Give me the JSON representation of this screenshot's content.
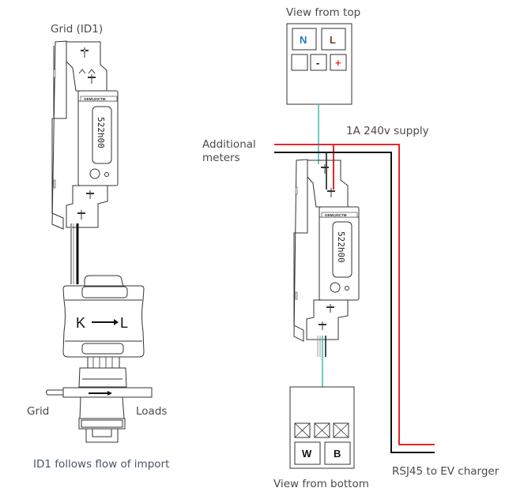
{
  "labels": {
    "grid_id1": "Grid (ID1)",
    "view_from_top": "View from top",
    "supply": "1A 240v supply",
    "additional_meters_line1": "Additional",
    "additional_meters_line2": "meters",
    "grid": "Grid",
    "loads": "Loads",
    "id1_flow": "ID1 follows flow of import",
    "view_from_bottom": "View from bottom",
    "rsj45": "RSJ45 to EV charger"
  },
  "meter": {
    "model": "GEM120CTM",
    "display": "522h00"
  },
  "ct_clamp": {
    "from": "K",
    "to": "L",
    "arrow": "→"
  },
  "top_terminals": {
    "neutral": "N",
    "live": "L",
    "blank": "",
    "minus": "-",
    "plus": "+"
  },
  "bottom_terminals": {
    "white": "W",
    "black": "B"
  },
  "colors": {
    "neutral": "#2e74c0",
    "live": "#7a3b2a",
    "plus": "#e03a2a",
    "red_wire": "#e8262b",
    "black_wire": "#111111",
    "teal_wire": "#3bbfa8",
    "gray_wire": "#999999"
  }
}
